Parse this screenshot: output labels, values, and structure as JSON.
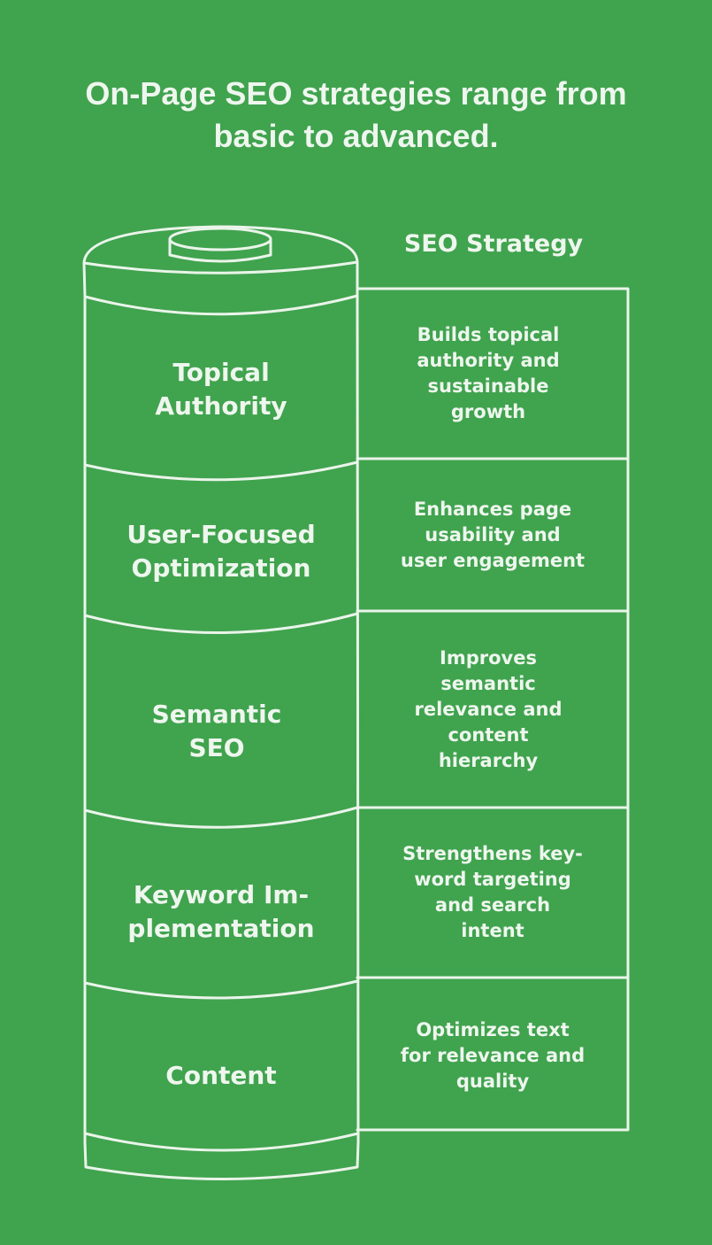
{
  "title_lines": [
    "On-Page SEO strategies range from",
    "basic to advanced."
  ],
  "column_header": "SEO Strategy",
  "colors": {
    "background": "#40A34E",
    "line": "#EAF4EA",
    "text": "#EEF6EE"
  },
  "levels": [
    {
      "name_lines": [
        "Topical",
        "Authority"
      ],
      "description_lines": [
        "Builds topical",
        "authority and",
        "sustainable",
        "growth"
      ]
    },
    {
      "name_lines": [
        "User-Focused",
        "Optimization"
      ],
      "description_lines": [
        "Enhances page",
        "usability and",
        "user engagement"
      ]
    },
    {
      "name_lines": [
        "Semantic",
        "SEO"
      ],
      "description_lines": [
        "Improves",
        "semantic",
        "relevance and",
        "content",
        "hierarchy"
      ]
    },
    {
      "name_lines": [
        "Keyword Im-",
        "plementation"
      ],
      "description_lines": [
        "Strengthens key-",
        "word targeting",
        "and search",
        "intent"
      ]
    },
    {
      "name_lines": [
        "Content"
      ],
      "description_lines": [
        "Optimizes text",
        "for relevance and",
        "quality"
      ]
    }
  ]
}
